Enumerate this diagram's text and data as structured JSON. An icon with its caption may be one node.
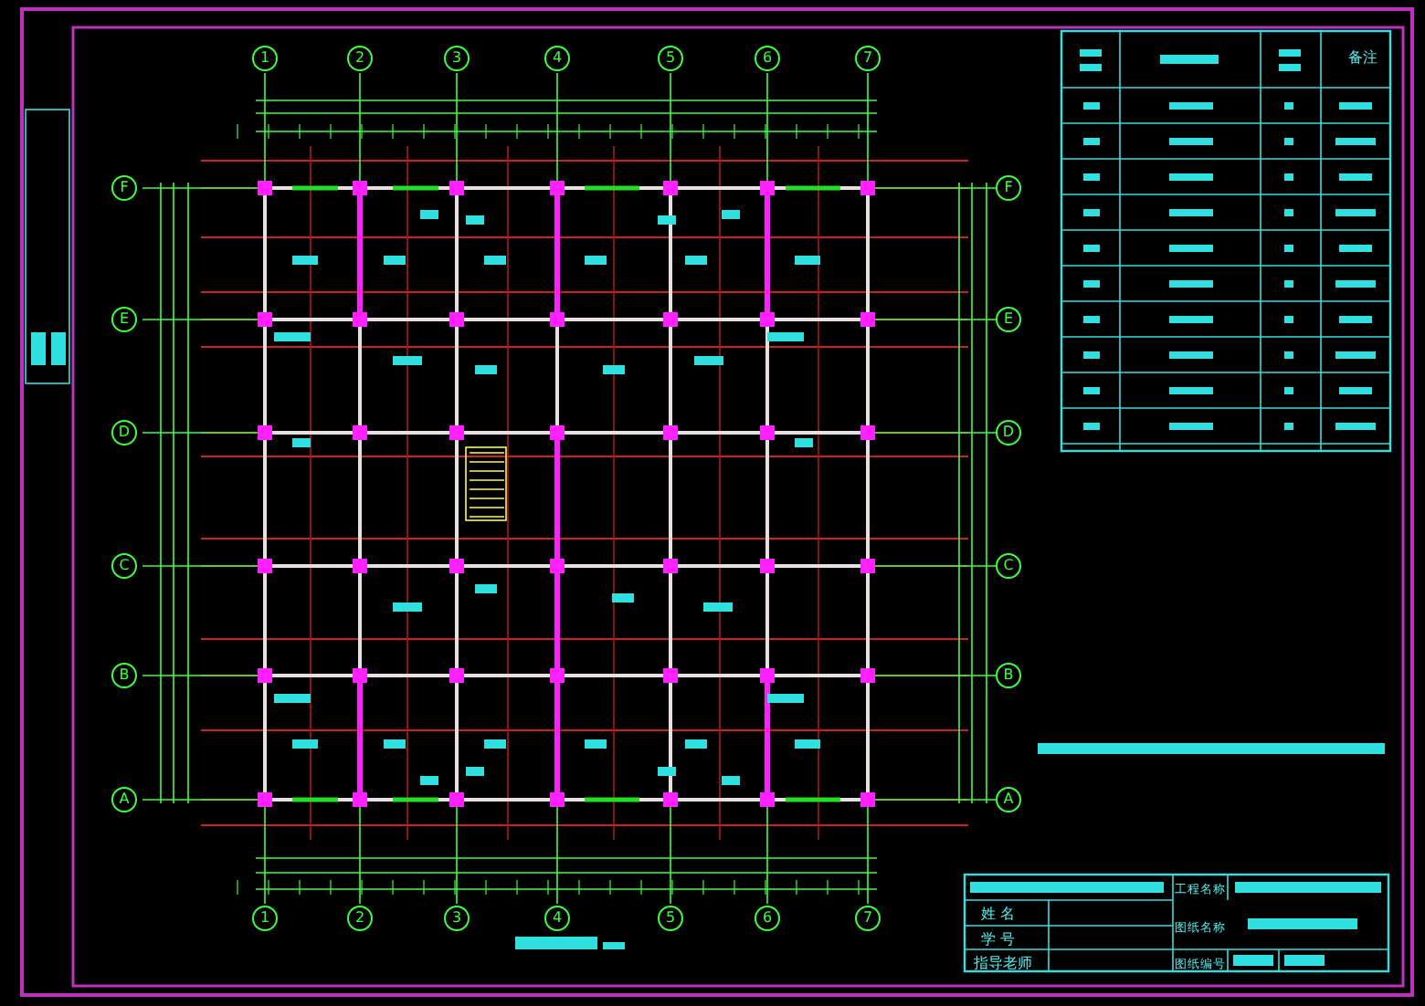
{
  "diagram": {
    "nodes": [
      {
        "text": [
          "1"
        ]
      },
      {
        "text": [
          "2"
        ]
      },
      {
        "text": [
          "3"
        ]
      },
      {
        "text": [
          "4"
        ]
      },
      {
        "text": [
          "5"
        ]
      },
      {
        "text": [
          "6"
        ]
      },
      {
        "text": [
          "7"
        ]
      },
      {
        "text": [
          "F"
        ]
      },
      {
        "text": [
          "E"
        ]
      },
      {
        "text": [
          "D"
        ]
      },
      {
        "text": [
          "C"
        ]
      },
      {
        "text": [
          "B"
        ]
      },
      {
        "text": [
          "A"
        ]
      },
      {
        "text": [
          "F"
        ]
      },
      {
        "text": [
          "E"
        ]
      },
      {
        "text": [
          "D"
        ]
      },
      {
        "text": [
          "C"
        ]
      },
      {
        "text": [
          "B"
        ]
      },
      {
        "text": [
          "A"
        ]
      },
      {
        "text": [
          "1"
        ]
      },
      {
        "text": [
          "2"
        ]
      },
      {
        "text": [
          "3"
        ]
      },
      {
        "text": [
          "4"
        ]
      },
      {
        "text": [
          "5"
        ]
      },
      {
        "text": [
          "6"
        ]
      },
      {
        "text": [
          "7"
        ]
      }
    ],
    "labels": [
      "备注",
      "工程名称",
      "姓 名",
      "图纸名称",
      "学 号",
      "指导老师",
      "图纸编号"
    ]
  }
}
